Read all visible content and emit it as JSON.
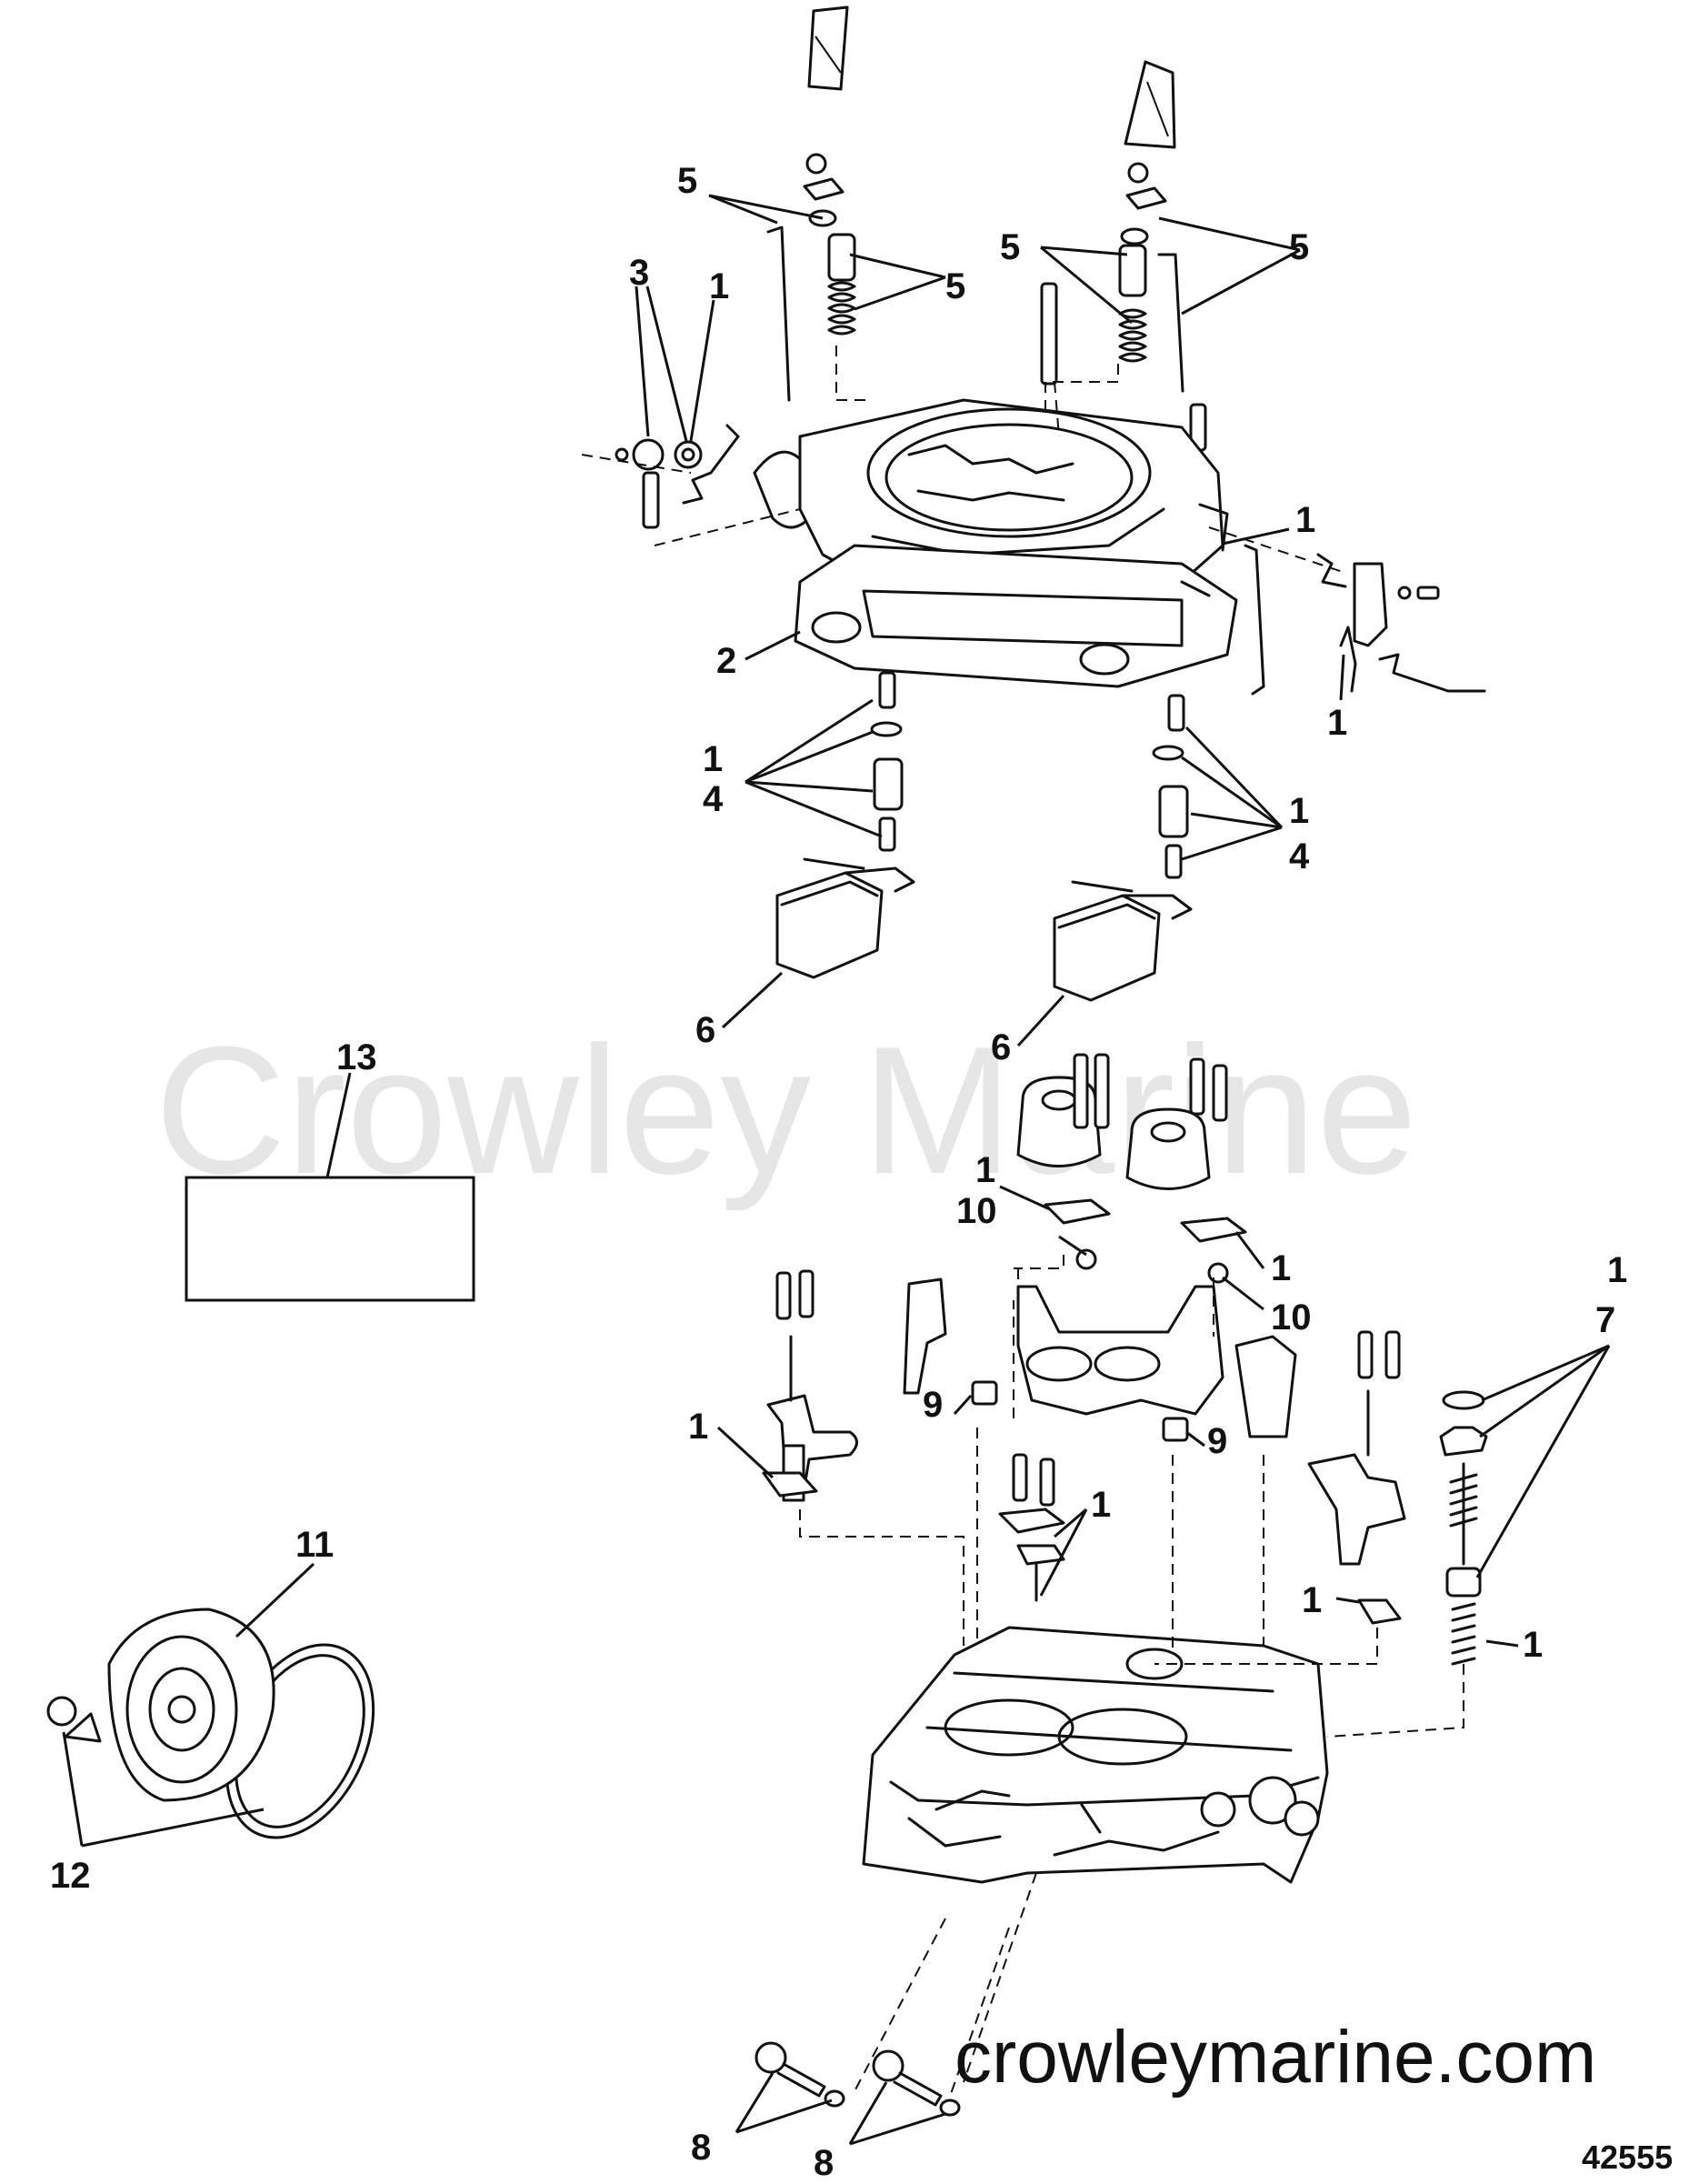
{
  "watermark": "Crowley Marine",
  "website": "crowleymarine.com",
  "figure_number": "42555",
  "callouts": {
    "c1": "5",
    "c2": "5",
    "c3": "5",
    "c4": "5",
    "c5": "3",
    "c6": "1",
    "c7": "1",
    "c8": "2",
    "c9": "1",
    "c10": "1",
    "c11": "4",
    "c12": "1",
    "c13": "4",
    "c14": "6",
    "c15": "6",
    "c16": "13",
    "c17": "1",
    "c18": "10",
    "c19": "1",
    "c20": "10",
    "c21": "1",
    "c22": "7",
    "c23": "9",
    "c24": "9",
    "c25": "1",
    "c26": "1",
    "c27": "1",
    "c28": "1",
    "c29": "11",
    "c30": "12",
    "c31": "8",
    "c32": "8"
  }
}
